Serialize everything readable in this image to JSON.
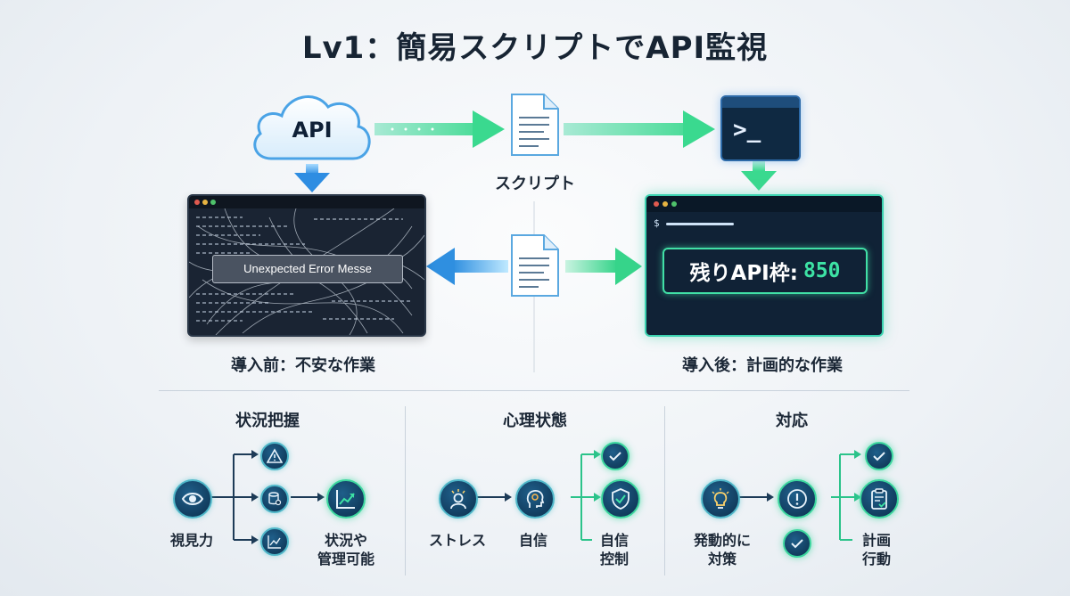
{
  "title": "Lv1：簡易スクリプトでAPI監視",
  "top_flow": {
    "cloud_label": "API",
    "script_label": "スクリプト",
    "terminal_prompt": ">_"
  },
  "before": {
    "error_message": "Unexpected Error Messe",
    "caption": "導入前：不安な作業"
  },
  "after": {
    "prompt_symbol": "$",
    "quota_label": "残りAPI枠:",
    "quota_value": "850",
    "caption": "導入後：計画的な作業"
  },
  "sections": [
    {
      "title": "状況把握",
      "start_label": "視見力",
      "end_label_line1": "状況や",
      "end_label_line2": "管理可能",
      "branch_icons": [
        "warning-icon",
        "database-search-icon",
        "chart-icon"
      ],
      "start_icon": "eye-icon",
      "end_icon": "trend-up-icon"
    },
    {
      "title": "心理状態",
      "start_label": "ストレス",
      "mid_label": "自信",
      "end_label_line1": "自信",
      "end_label_line2": "控制",
      "start_icon": "stressed-person-icon",
      "mid_icon": "brain-head-icon",
      "branch_icons": [
        "check-icon",
        "shield-check-icon"
      ]
    },
    {
      "title": "対応",
      "start_label_line1": "発動的に",
      "start_label_line2": "対策",
      "end_label_line1": "計画",
      "end_label_line2": "行動",
      "start_icon": "lightbulb-icon",
      "mid_icon": "exclamation-icon",
      "branch_icons": [
        "check-icon",
        "clipboard-check-icon",
        "check-icon"
      ]
    }
  ],
  "colors": {
    "accent_green": "#3de2a4",
    "accent_blue": "#2f8fe0",
    "dark_navy": "#102236"
  }
}
